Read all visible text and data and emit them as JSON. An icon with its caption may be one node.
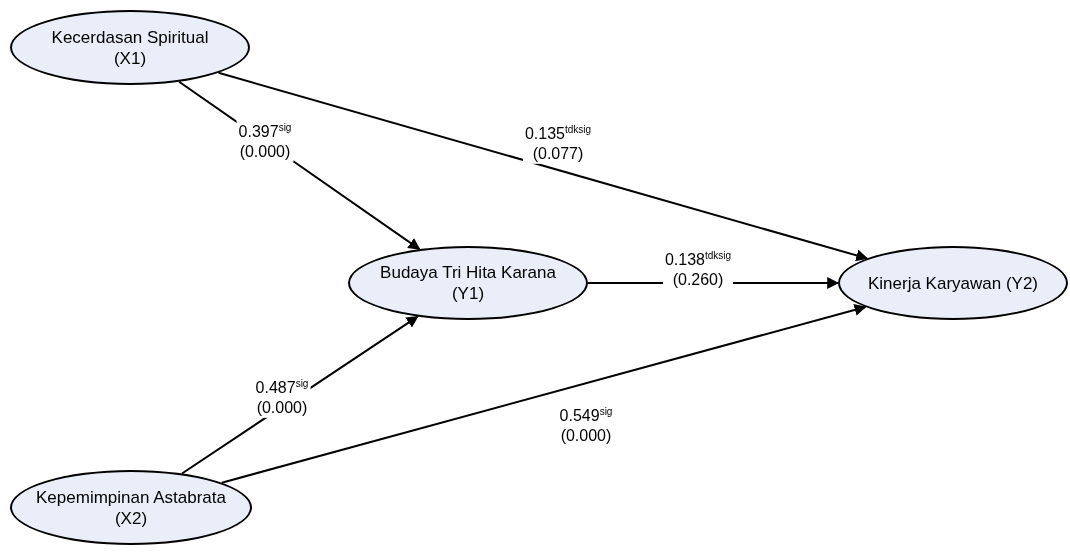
{
  "diagram": {
    "nodes": [
      {
        "text": [
          "Kecerdasan Spiritual (X1)"
        ]
      },
      {
        "text": [
          "Budaya Tri Hita Karana (Y1)"
        ]
      },
      {
        "text": [
          "Kinerja Karyawan (Y2)"
        ]
      },
      {
        "text": [
          "Kepemimpinan Astabrata (X2)"
        ]
      }
    ],
    "edges": [
      {
        "from": 0,
        "to": 1,
        "arrow": "to",
        "label": "0.397$^{sig}$ (0.000)"
      },
      {
        "from": 0,
        "to": 2,
        "arrow": "to",
        "label": "0.135$^{tdksig}$ (0.077)"
      },
      {
        "from": 1,
        "to": 2,
        "arrow": "to",
        "label": "0.138$^{tdksig}$ (0.260)"
      },
      {
        "from": 3,
        "to": 1,
        "arrow": "to",
        "label": "0.487$^{sig}$ (0.000)"
      },
      {
        "from": 3,
        "to": 2,
        "arrow": "to",
        "label": "0.549$^{sig}$ (0.000)"
      }
    ]
  }
}
